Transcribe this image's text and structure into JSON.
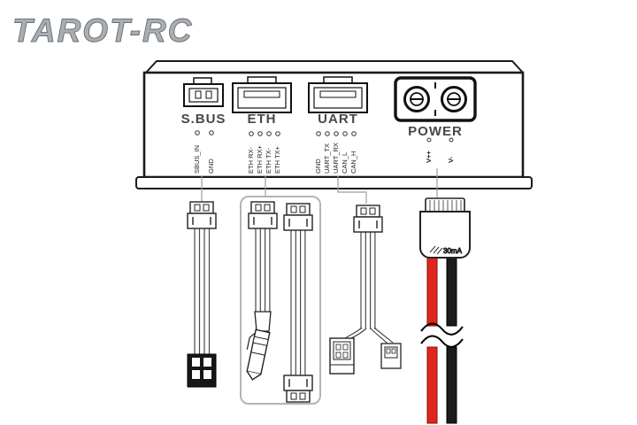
{
  "logo": {
    "text": "TAROT-RC"
  },
  "panel": {
    "ports": [
      {
        "id": "sbus",
        "label": "S.BUS",
        "pins": [
          "SBUS_IN",
          "GND"
        ]
      },
      {
        "id": "eth",
        "label": "ETH",
        "pins": [
          "ETH RX-",
          "ETH RX+",
          "ETH TX-",
          "ETH TX+"
        ]
      },
      {
        "id": "uart",
        "label": "UART",
        "pins": [
          "GND",
          "UART_TX",
          "UART_RX",
          "CAN_L",
          "CAN_H"
        ]
      },
      {
        "id": "power",
        "label": "POWER",
        "pins": [
          "V++",
          "V-"
        ]
      }
    ]
  },
  "power_cable": {
    "plug_marking": "30mA"
  },
  "colors": {
    "positive_red": "#e1251b",
    "wire_black": "#1b1b1b",
    "callout_gray": "#9e9e9e",
    "outline_black": "#1a1a1a"
  }
}
